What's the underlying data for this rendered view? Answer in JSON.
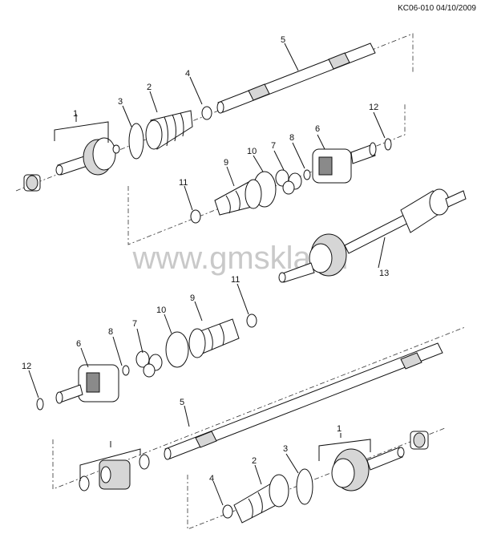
{
  "diagram": {
    "reference_code": "KC06-010 04/10/2009",
    "watermark": "www.gmskla.ru"
  },
  "callouts": {
    "top": {
      "c1": "1",
      "c2": "2",
      "c3": "3",
      "c4": "4",
      "c5": "5",
      "c6": "6",
      "c7": "7",
      "c8": "8",
      "c9": "9",
      "c10": "10",
      "c11": "11",
      "c12": "12",
      "c13": "13"
    },
    "bottom": {
      "c1": "1",
      "c2": "2",
      "c3": "3",
      "c4": "4",
      "c5": "5",
      "c6": "6",
      "c7": "7",
      "c8": "8",
      "c9": "9",
      "c10": "10",
      "c11": "11",
      "c12": "12"
    }
  }
}
